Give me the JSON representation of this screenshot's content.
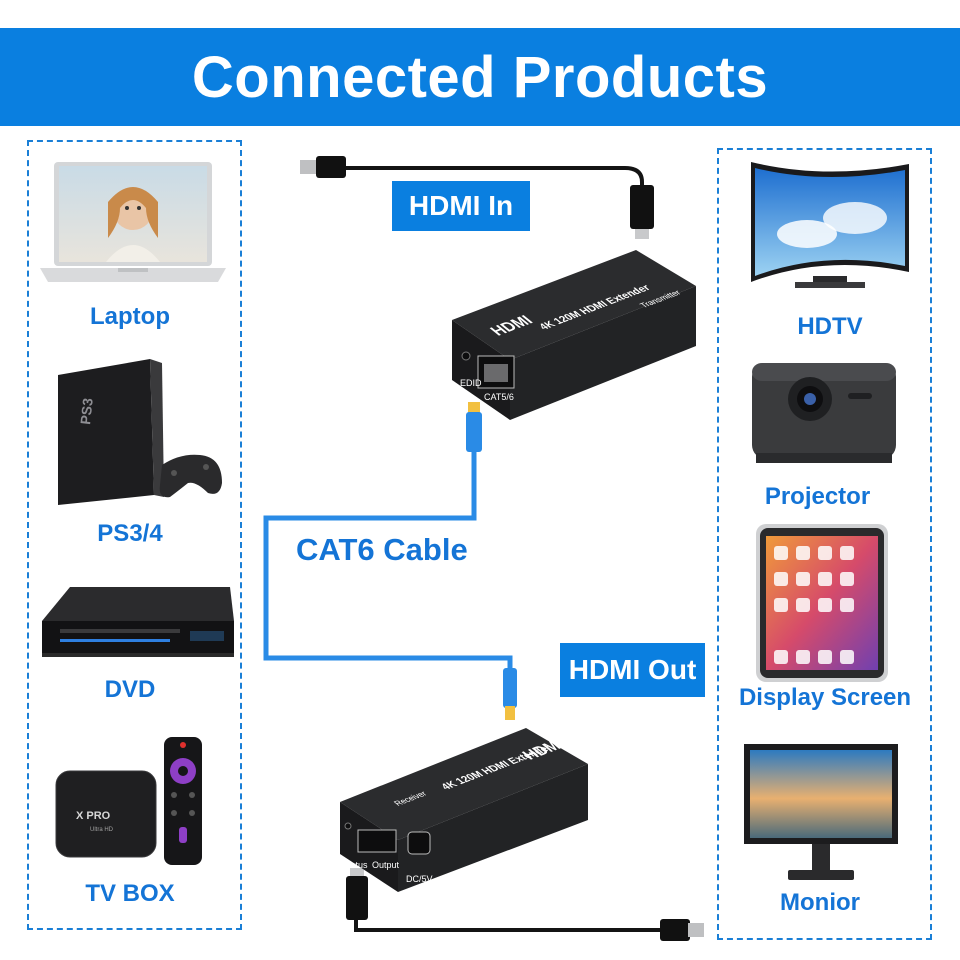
{
  "title": "Connected Products",
  "sources": [
    {
      "label": "Laptop",
      "icon": "laptop-icon"
    },
    {
      "label": "PS3/4",
      "icon": "game-console-icon"
    },
    {
      "label": "DVD",
      "icon": "dvd-player-icon"
    },
    {
      "label": "TV BOX",
      "icon": "tv-box-icon"
    }
  ],
  "displays": [
    {
      "label": "HDTV",
      "icon": "curved-tv-icon"
    },
    {
      "label": "Projector",
      "icon": "projector-icon"
    },
    {
      "label": "Display Screen",
      "icon": "tablet-icon"
    },
    {
      "label": "Monior",
      "icon": "monitor-icon"
    }
  ],
  "center": {
    "hdmi_in": "HDMI In",
    "hdmi_out": "HDMI Out",
    "cable": "CAT6 Cable",
    "transmitter": {
      "logo": "HDMI",
      "model": "4K 120M HDMI Extender",
      "role": "Transmitter",
      "port1": "EDID",
      "port2": "CAT5/6"
    },
    "receiver": {
      "logo": "HDMI",
      "model": "4K 120M HDMI Extender",
      "role": "Receiver",
      "port1": "Status",
      "port2": "Output",
      "port3": "DC/5V"
    }
  },
  "devices_text": {
    "ps_logo": "PS3",
    "tvbox_brand": "X PRO",
    "tvbox_sub": "Ultra HD"
  },
  "colors": {
    "accent": "#0a7fe0",
    "label": "#1474d6",
    "cable": "#2a8be6"
  }
}
